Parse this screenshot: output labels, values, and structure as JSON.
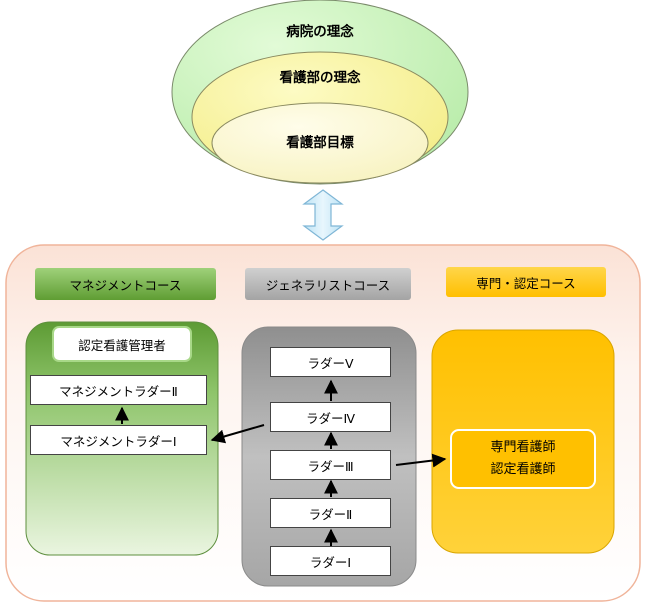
{
  "philosophy": {
    "hospital": "病院の理念",
    "nursing_dept": "看護部の理念",
    "nursing_goal": "看護部目標"
  },
  "courses": {
    "management": {
      "header": "マネジメントコース",
      "certified_admin": "認定看護管理者",
      "ladder_2": "マネジメントラダーⅡ",
      "ladder_1": "マネジメントラダーⅠ"
    },
    "generalist": {
      "header": "ジェネラリストコース",
      "ladders": [
        "ラダーⅤ",
        "ラダーⅣ",
        "ラダーⅢ",
        "ラダーⅡ",
        "ラダーⅠ"
      ]
    },
    "specialist": {
      "header": "専門・認定コース",
      "cns": "専門看護師",
      "cn": "認定看護師"
    }
  },
  "colors": {
    "outer_panel_top": "#fde8df",
    "outer_panel_border": "#f0b49a",
    "management_green": "#6aab3c",
    "generalist_gray": "#9e9e9e",
    "specialist_gold": "#ffc000",
    "oval_outer": "#c9f2b8",
    "oval_mid": "#f8f2a0",
    "oval_inner": "#fbf8cf"
  }
}
